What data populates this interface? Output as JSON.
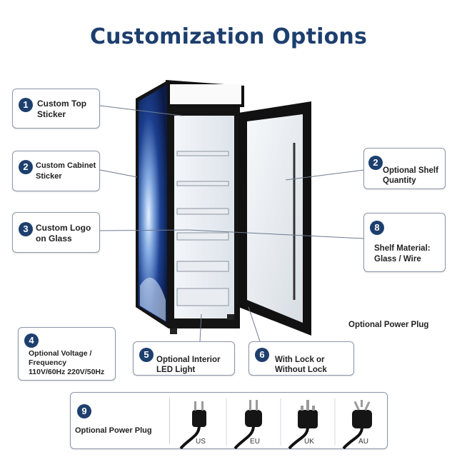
{
  "title": "Customization Options",
  "colors": {
    "title": "#1d3f6e",
    "badge": "#1d3f6e",
    "border": "#8a96a8"
  },
  "callouts": [
    {
      "number": "1",
      "line1": "Custom Top",
      "line2": "Sticker"
    },
    {
      "number": "2",
      "line1": "Custom Cabinet",
      "line2": "Sticker"
    },
    {
      "number": "3",
      "line1": "Custom Logo",
      "line2": "on Glass"
    },
    {
      "number": "4",
      "line1": "Optional Voltage /",
      "line2": "Frequency",
      "line3": "110V/60Hz 220V/50Hz"
    },
    {
      "number": "5",
      "line1": "Optional Interior",
      "line2": "LED Light"
    },
    {
      "number": "6",
      "line1": "With Lock or",
      "line2": "Without Lock"
    },
    {
      "number": "2",
      "line1": "Optional Shelf",
      "line2": "Quantity"
    },
    {
      "number": "8",
      "line1": "Shelf Material:",
      "line2": "Glass / Wire"
    }
  ],
  "power_plug_note": "Optional Power Plug",
  "plug_panel": {
    "number": "9",
    "label": "Optional Power Plug",
    "plugs": [
      {
        "code": "US",
        "icon": "us-plug-icon"
      },
      {
        "code": "EU",
        "icon": "eu-plug-icon"
      },
      {
        "code": "UK",
        "icon": "uk-plug-icon"
      },
      {
        "code": "AU",
        "icon": "au-plug-icon"
      }
    ]
  }
}
